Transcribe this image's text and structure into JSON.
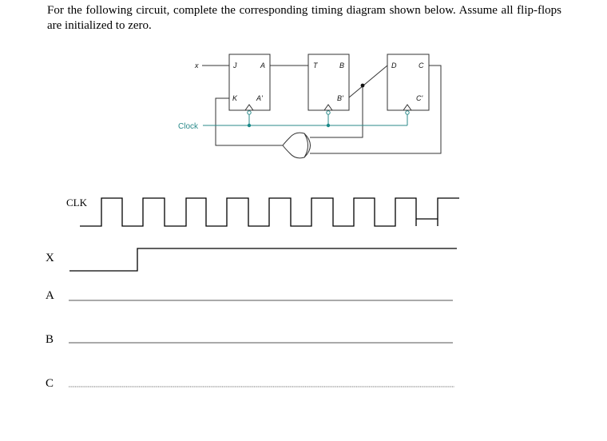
{
  "problem": {
    "text": "For the following circuit, complete the corresponding timing diagram shown below. Assume all flip-flops are initialized to zero."
  },
  "circuit": {
    "input_label": "x",
    "clock_label": "Clock",
    "flip_flops": [
      {
        "type": "JK",
        "inputs": [
          "J",
          "K"
        ],
        "outputs": [
          "A",
          "A'"
        ]
      },
      {
        "type": "T",
        "inputs": [
          "T"
        ],
        "outputs": [
          "B",
          "B'"
        ]
      },
      {
        "type": "D",
        "inputs": [
          "D"
        ],
        "outputs": [
          "C",
          "C'"
        ]
      }
    ],
    "gates": [
      {
        "type": "OR",
        "inputs": [
          "B'",
          "C"
        ],
        "output": "K"
      }
    ],
    "colors": {
      "wire": "#333333",
      "clock": "#2a8a8a",
      "node": "#1a8a8a"
    }
  },
  "timing": {
    "signals": [
      {
        "label": "CLK"
      },
      {
        "label": "X"
      },
      {
        "label": "A"
      },
      {
        "label": "B"
      },
      {
        "label": "C"
      }
    ],
    "clk_cycles": 9,
    "x_rises_after_cycle": 1
  }
}
